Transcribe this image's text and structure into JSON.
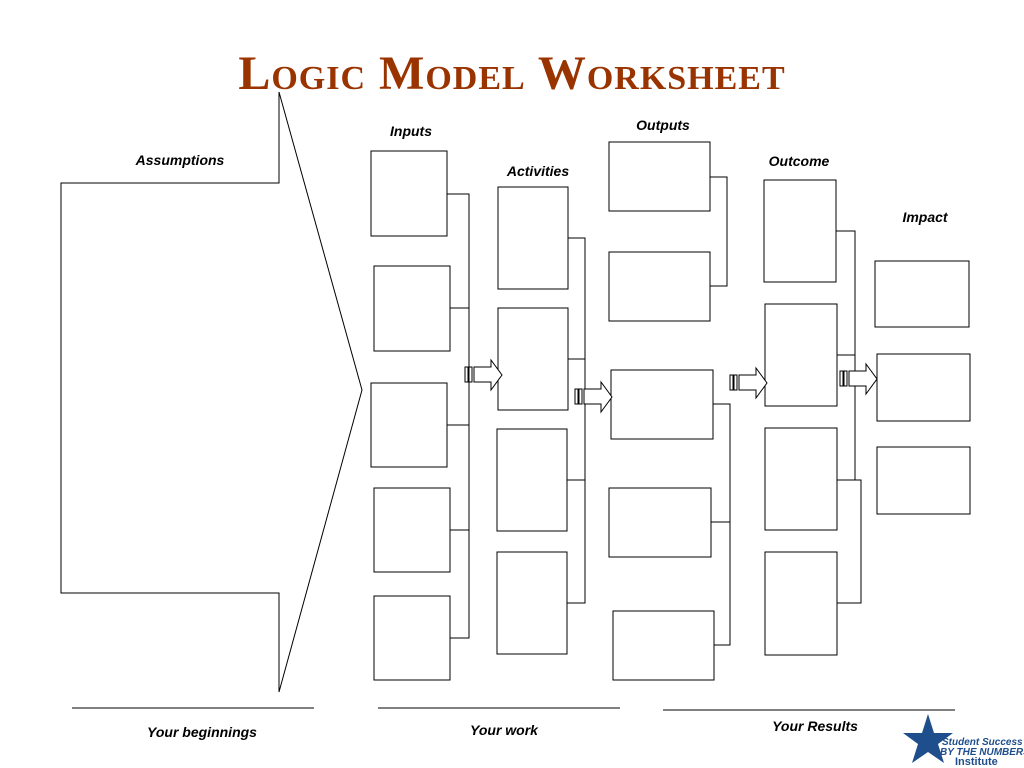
{
  "title": "Logic Model Worksheet",
  "colors": {
    "title": "#993300",
    "line": "#000000",
    "logo_blue": "#1f4e8c"
  },
  "labels": {
    "assumptions": "Assumptions",
    "inputs": "Inputs",
    "activities": "Activities",
    "outputs": "Outputs",
    "outcome": "Outcome",
    "impact": "Impact"
  },
  "footer": {
    "beginnings": "Your beginnings",
    "work": "Your work",
    "results": "Your Results"
  },
  "logo": {
    "line1": "Student Success",
    "line2": "BY THE NUMBERS",
    "line3": "Institute"
  }
}
